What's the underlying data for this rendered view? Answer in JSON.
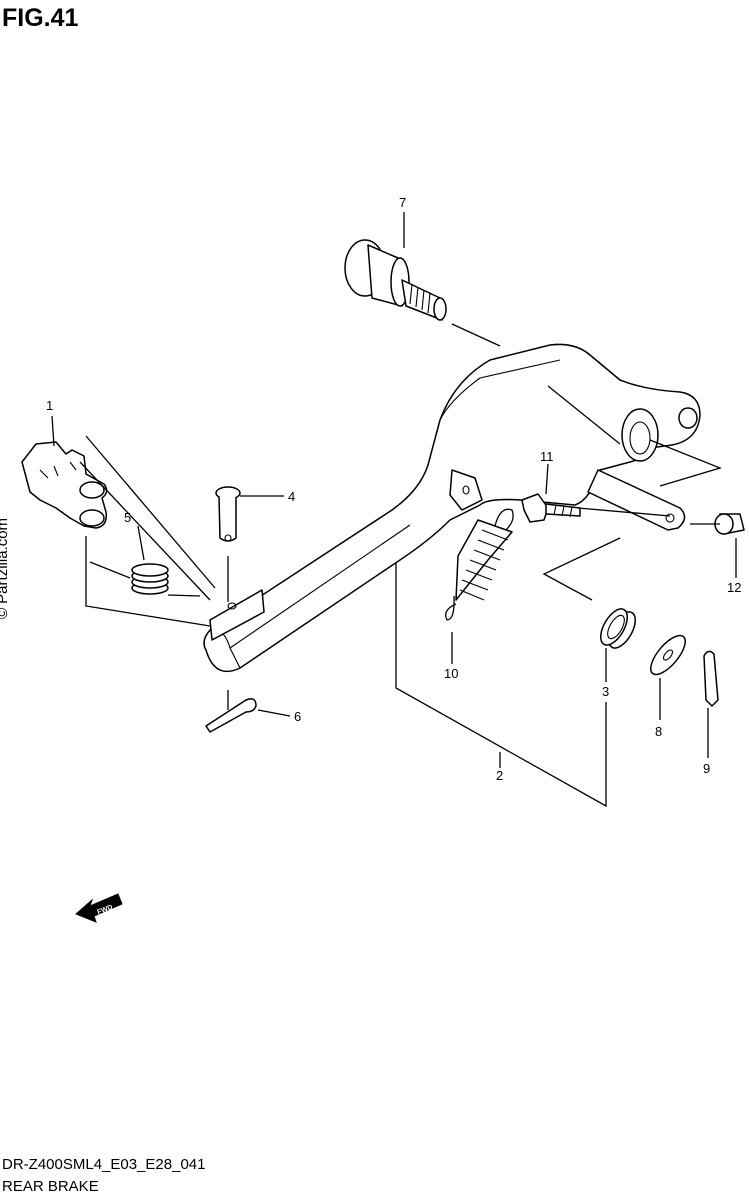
{
  "figure": {
    "title": "FIG.41",
    "model_code": "DR-Z400SML4_E03_E28_041",
    "section_name": "REAR BRAKE",
    "watermark": "© Partzilla.com",
    "arrow_label": "FWD"
  },
  "callouts": [
    {
      "id": "1"
    },
    {
      "id": "2"
    },
    {
      "id": "3"
    },
    {
      "id": "4"
    },
    {
      "id": "5"
    },
    {
      "id": "6"
    },
    {
      "id": "7"
    },
    {
      "id": "8"
    },
    {
      "id": "9"
    },
    {
      "id": "10"
    },
    {
      "id": "11"
    },
    {
      "id": "12"
    }
  ]
}
